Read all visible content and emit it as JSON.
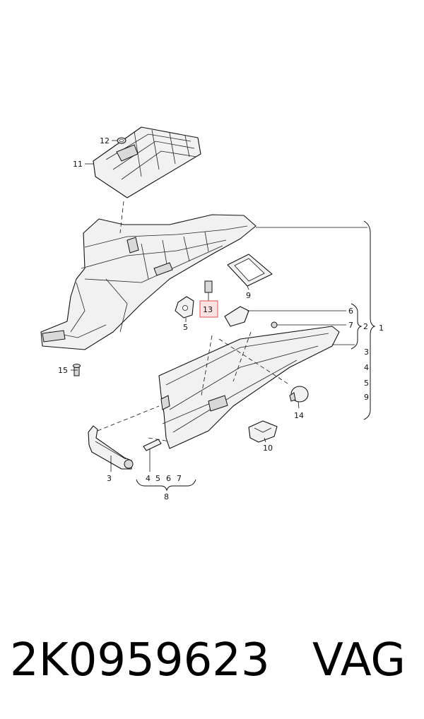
{
  "callouts": {
    "c1": "1",
    "c2": "2",
    "c3": "3",
    "c3b": "3",
    "c4": "4",
    "c4b": "4",
    "c5": "5",
    "c5b": "5",
    "c5c": "5",
    "c6": "6",
    "c6b": "6",
    "c7": "7",
    "c7b": "7",
    "c8": "8",
    "c9": "9",
    "c9b": "9",
    "c10": "10",
    "c11": "11",
    "c12": "12",
    "c13": "13",
    "c14": "14",
    "c15": "15"
  },
  "footer": {
    "part_number": "2K0959623",
    "brand": "VAG"
  },
  "colors": {
    "highlight_fill": "#fde2e2",
    "highlight_stroke": "#e05050",
    "line": "#111111"
  }
}
